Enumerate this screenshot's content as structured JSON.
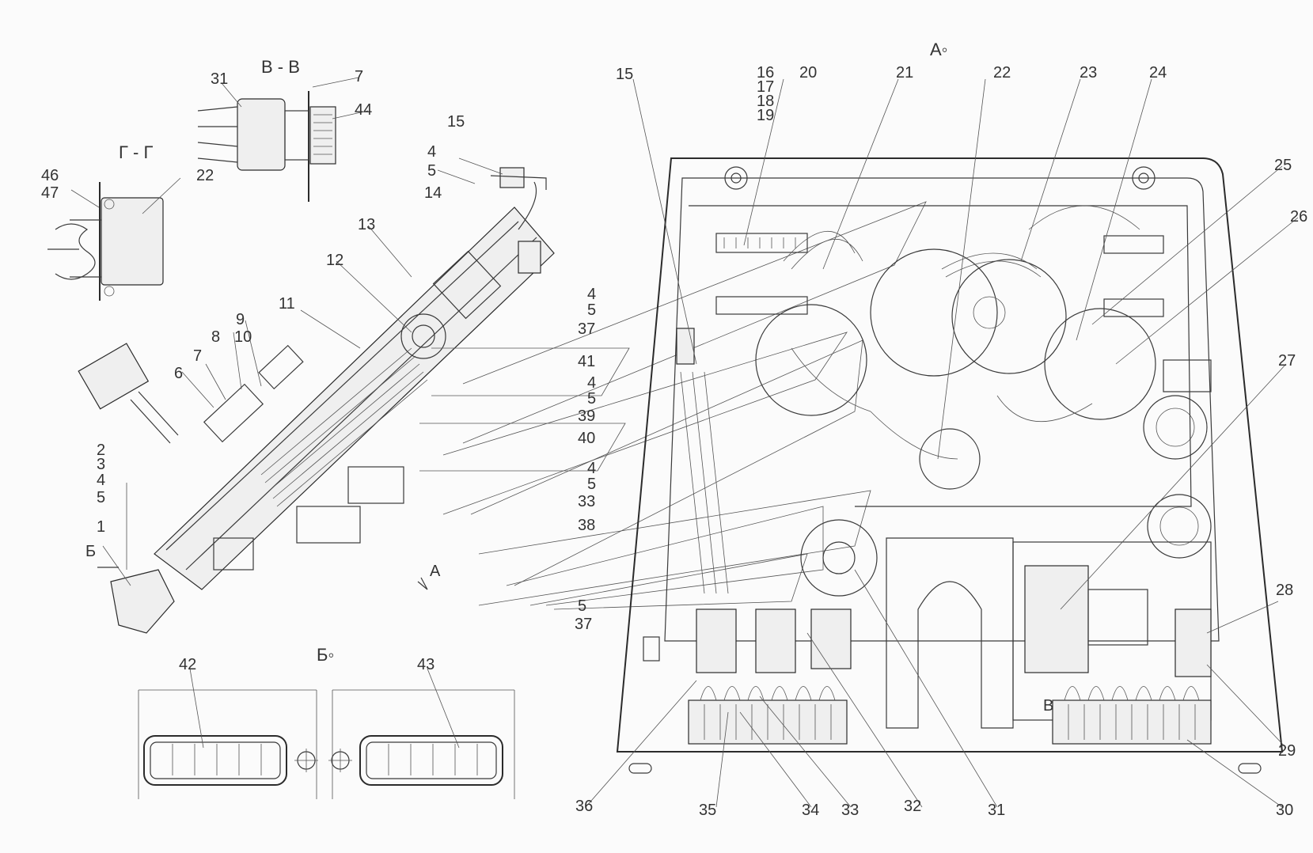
{
  "sections": {
    "view_a": "А◦",
    "section_bb": "В - В",
    "section_gg": "Г - Г",
    "view_b": "Б◦",
    "arrow_a": "А",
    "arrow_b": "Б",
    "mark_b": "В"
  },
  "callouts": {
    "c1": "1",
    "c2": "2",
    "c3": "3",
    "c4": "4",
    "c5": "5",
    "c6": "6",
    "c7": "7",
    "c8": "8",
    "c9": "9",
    "c10": "10",
    "c11": "11",
    "c12": "12",
    "c13": "13",
    "c14": "14",
    "c15": "15",
    "c16": "16",
    "c17": "17",
    "c18": "18",
    "c19": "19",
    "c20": "20",
    "c21": "21",
    "c22": "22",
    "c23": "23",
    "c24": "24",
    "c25": "25",
    "c26": "26",
    "c27": "27",
    "c28": "28",
    "c29": "29",
    "c30": "30",
    "c31": "31",
    "c32": "32",
    "c33": "33",
    "c34": "34",
    "c35": "35",
    "c36": "36",
    "c37": "37",
    "c38": "38",
    "c39": "39",
    "c40": "40",
    "c41": "41",
    "c42": "42",
    "c43": "43",
    "c44": "44",
    "c46": "46",
    "c47": "47"
  }
}
